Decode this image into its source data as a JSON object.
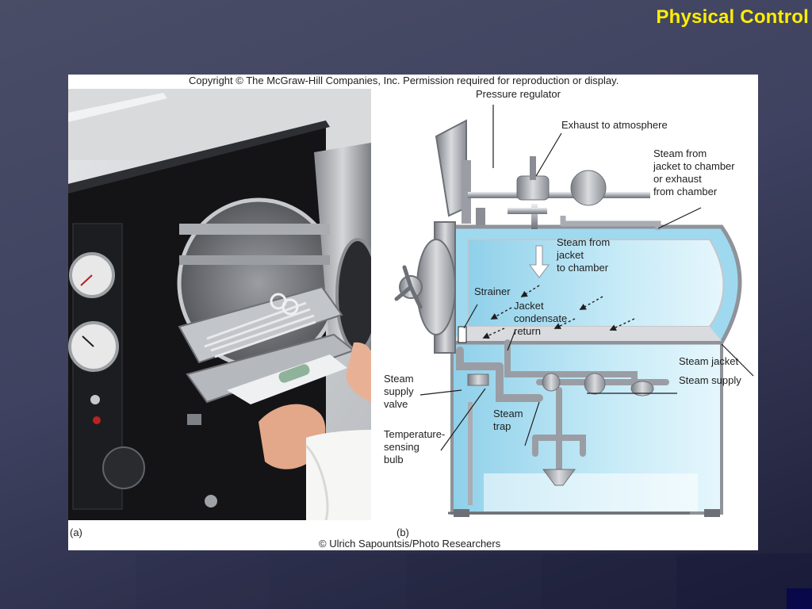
{
  "slide": {
    "title": "Physical Control"
  },
  "figure": {
    "copyright": "Copyright © The McGraw-Hill Companies, Inc. Permission required for reproduction or display.",
    "credit": "© Ulrich Sapountsis/Photo Researchers",
    "panel_a": "(a)",
    "panel_b": "(b)",
    "labels": {
      "pressure_regulator": "Pressure regulator",
      "exhaust": "Exhaust to atmosphere",
      "steam_from_jacket_exhaust": "Steam from\njacket to chamber\nor exhaust\nfrom chamber",
      "steam_jacket_to_chamber": "Steam from\njacket\nto chamber",
      "strainer": "Strainer",
      "jacket_condensate": "Jacket\ncondensate\nreturn",
      "steam_jacket": "Steam jacket",
      "steam_supply": "Steam supply",
      "steam_supply_valve": "Steam\nsupply\nvalve",
      "steam_trap": "Steam\ntrap",
      "temperature_bulb": "Temperature-\nsensing\nbulb"
    }
  },
  "colors": {
    "title": "#ffee00",
    "water": "#bfe6f5",
    "background": "#3f4260"
  }
}
